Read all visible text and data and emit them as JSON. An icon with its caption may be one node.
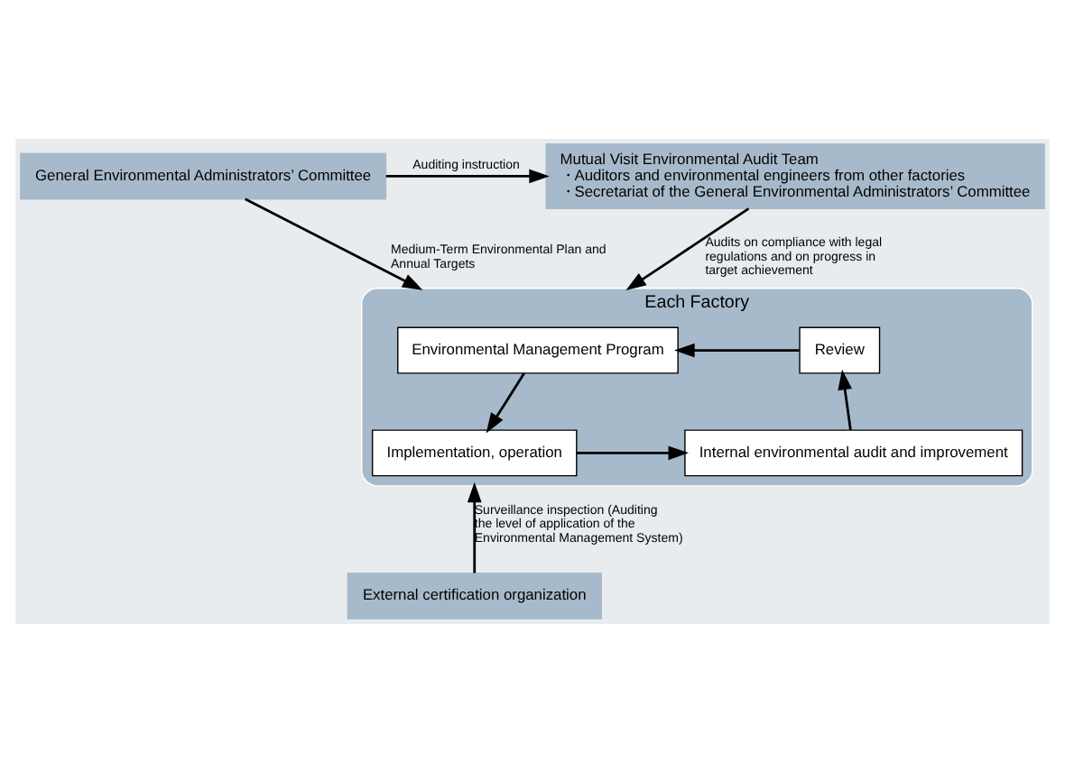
{
  "diagram": {
    "nodes": [
      {
        "text": [
          "General Environmental Administrators’ Committee"
        ]
      },
      {
        "text": [
          "Mutual Visit Environmental Audit Team",
          "・Auditors and environmental engineers from other factories",
          "・Secretariat of the General Environmental Administrators’ Committee"
        ]
      },
      {
        "text": [
          "Each Factory"
        ]
      },
      {
        "text": [
          "Environmental Management Program"
        ],
        "in": 2
      },
      {
        "text": [
          "Review"
        ],
        "in": 2
      },
      {
        "text": [
          "Implementation, operation"
        ],
        "in": 2
      },
      {
        "text": [
          "Internal environmental audit and improvement"
        ],
        "in": 2
      },
      {
        "text": [
          "External certification organization"
        ]
      }
    ],
    "edges": [
      {
        "from": 0,
        "to": 1,
        "arrow": "to",
        "label": "Auditing instruction"
      },
      {
        "from": 0,
        "to": 2,
        "arrow": "to",
        "label": "Medium-Term Environmental Plan and Annual Targets"
      },
      {
        "from": 1,
        "to": 2,
        "arrow": "to",
        "label": "Audits on compliance with legal regulations and on progress in target achievement"
      },
      {
        "from": 4,
        "to": 3,
        "arrow": "to"
      },
      {
        "from": 3,
        "to": 5,
        "arrow": "to"
      },
      {
        "from": 5,
        "to": 6,
        "arrow": "to"
      },
      {
        "from": 6,
        "to": 4,
        "arrow": "to"
      },
      {
        "from": 7,
        "to": 2,
        "arrow": "to",
        "label": "Surveillance inspection (Auditing the level of application of the Environmental Management System)"
      }
    ]
  }
}
